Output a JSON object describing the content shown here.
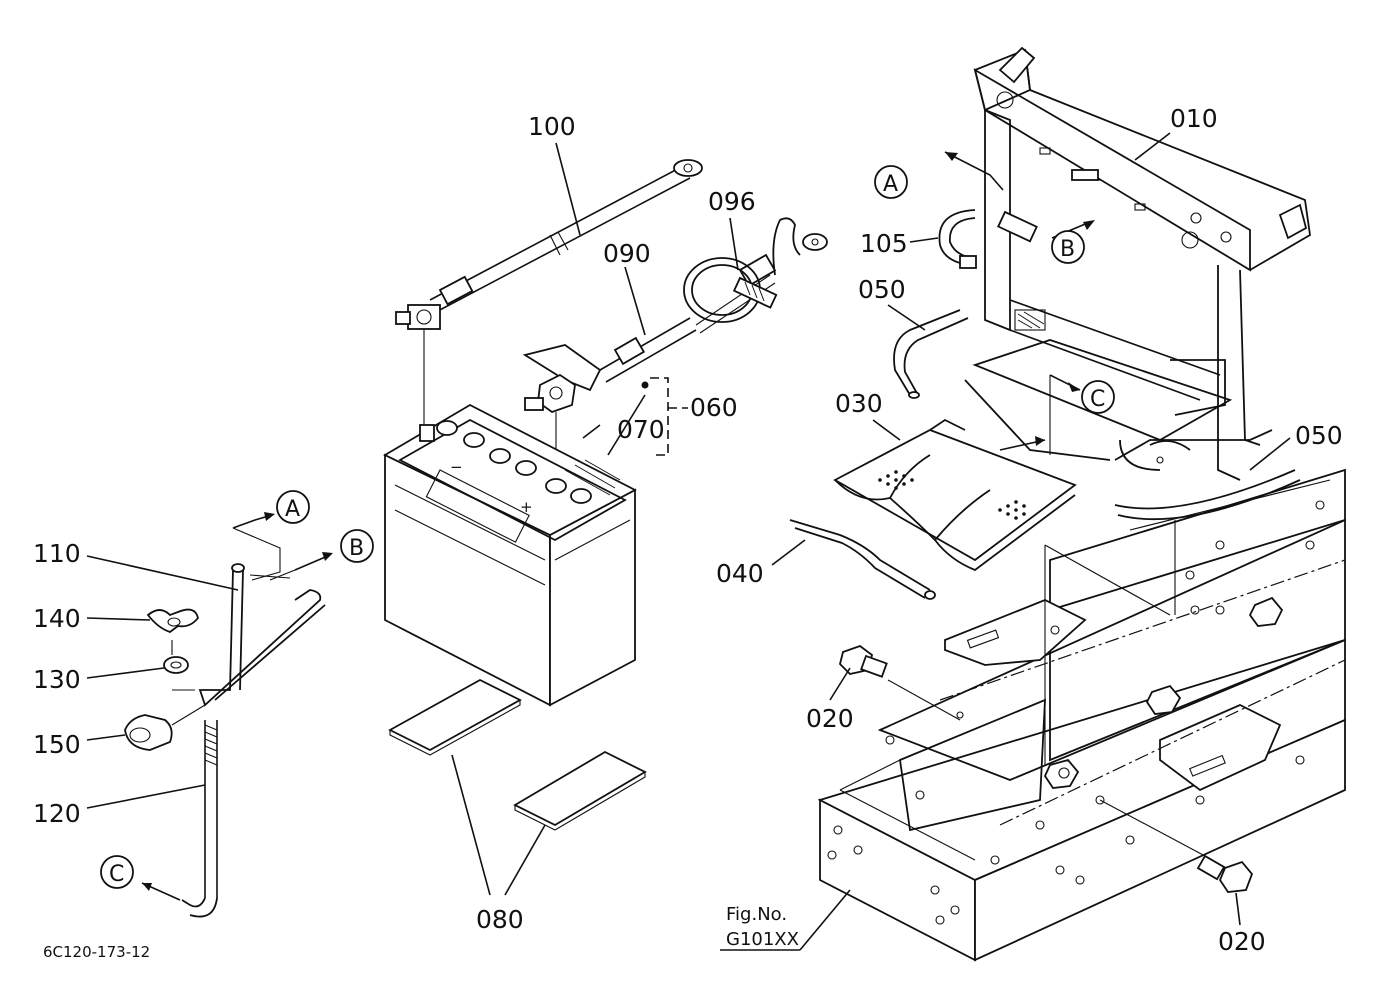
{
  "parts": {
    "p010": "010",
    "p020a": "020",
    "p020b": "020",
    "p030": "030",
    "p040": "040",
    "p050a": "050",
    "p050b": "050",
    "p060": "060",
    "p070": "070",
    "p080": "080",
    "p090": "090",
    "p096": "096",
    "p100": "100",
    "p105": "105",
    "p110": "110",
    "p120": "120",
    "p130": "130",
    "p140": "140",
    "p150": "150"
  },
  "refs": {
    "a_top": "A",
    "b_top": "B",
    "c_right": "C",
    "a_left": "A",
    "b_left": "B",
    "c_left": "C"
  },
  "battery": {
    "minus": "−",
    "plus": "+"
  },
  "figref": {
    "line1": "Fig.No.",
    "line2": "G101XX"
  },
  "drawing_code": "6C120-173-12"
}
